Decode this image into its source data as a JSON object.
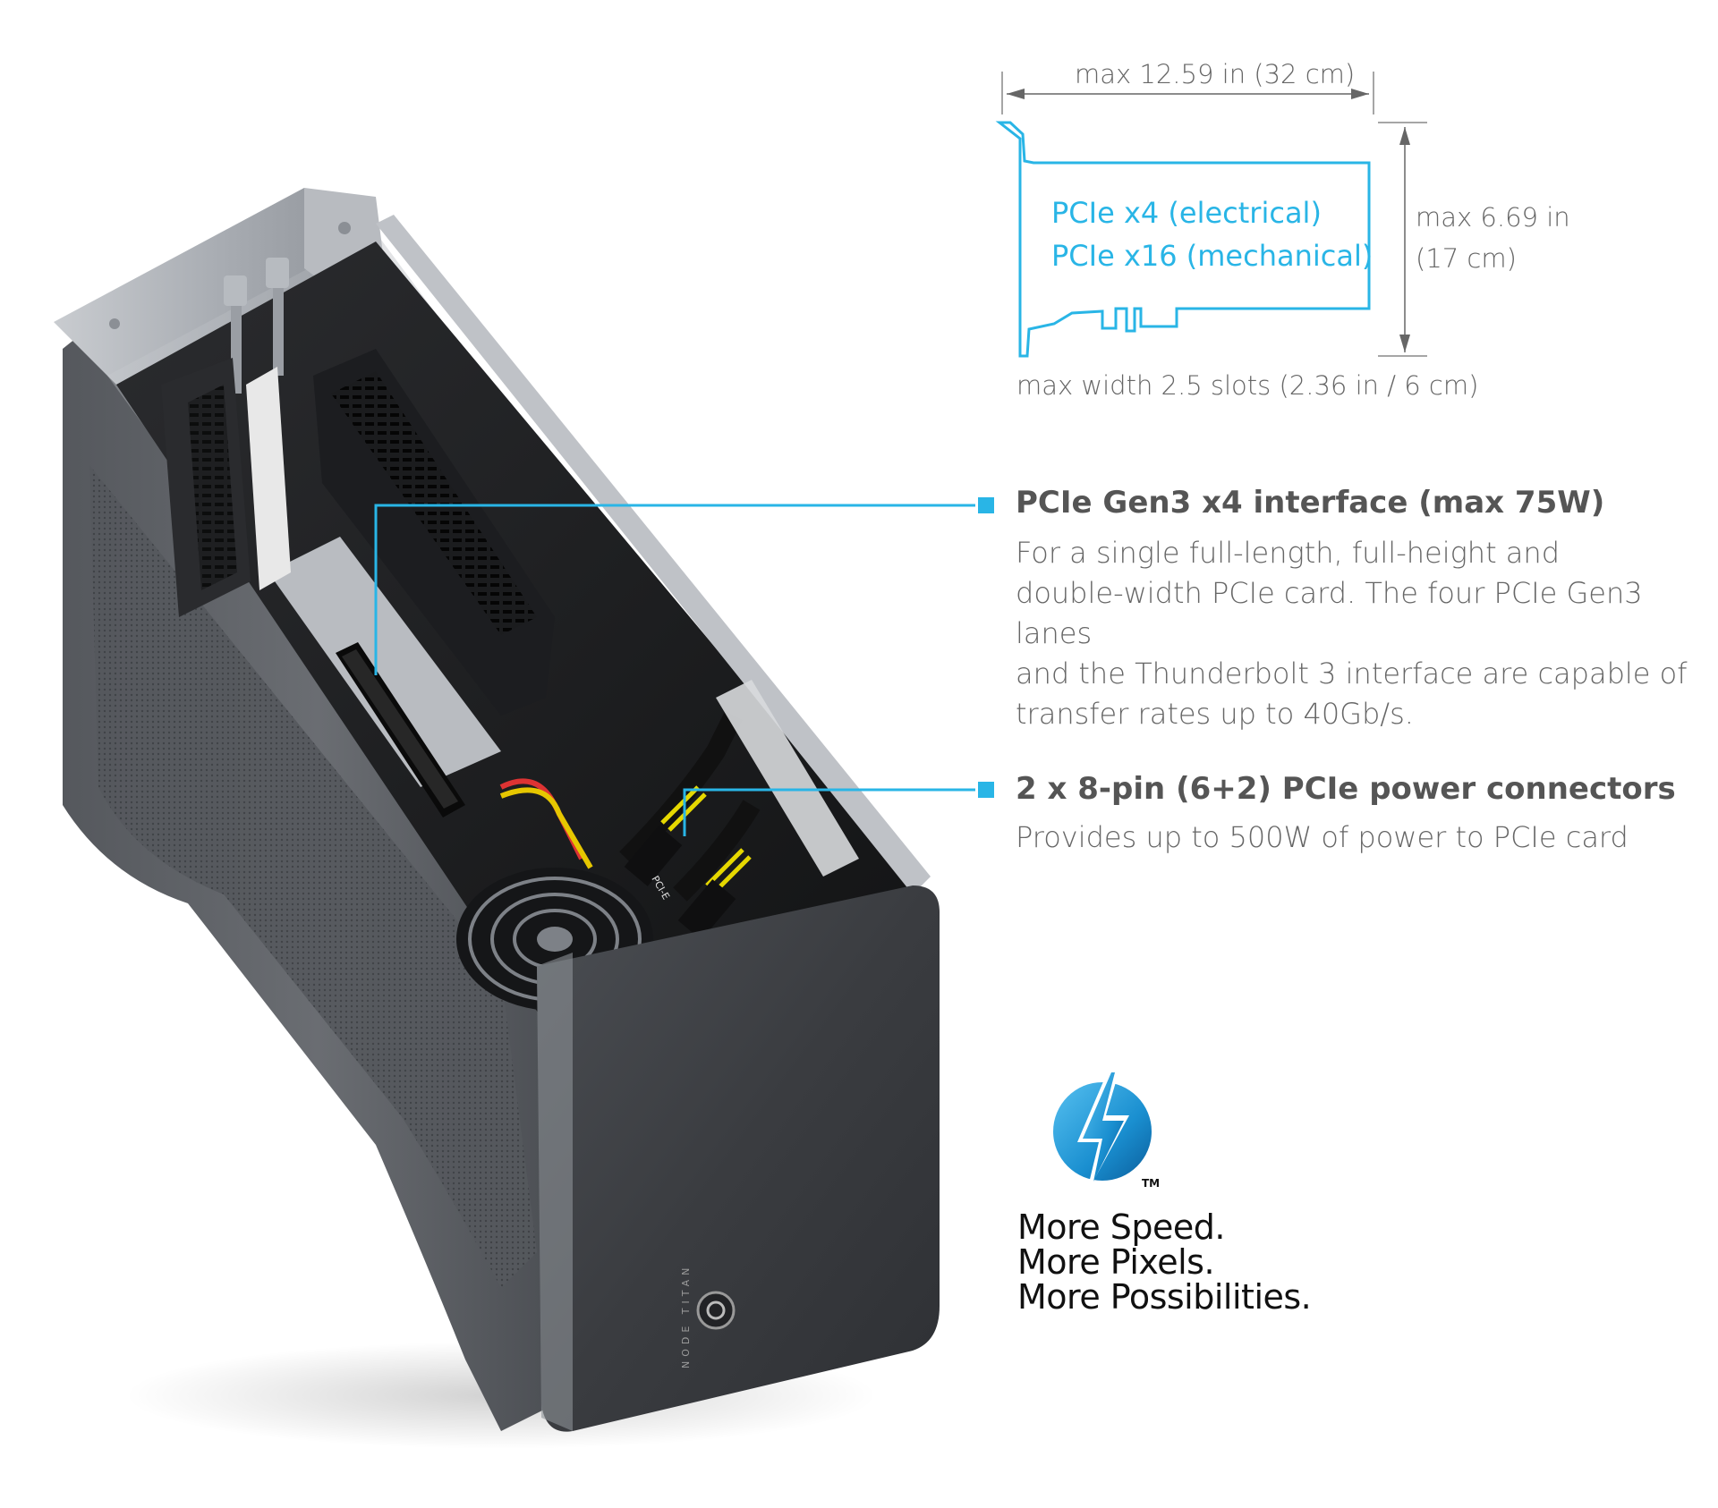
{
  "colors": {
    "accent": "#29b5e6",
    "thunderbolt_blue": "#1a8fd0",
    "enclosure_dark": "#3a3c40",
    "enclosure_silver": "#a9adb3"
  },
  "dimensions": {
    "length_label": "max 12.59 in (32 cm)",
    "height_label_line1": "max 6.69 in",
    "height_label_line2": "(17 cm)",
    "width_label": "max width 2.5 slots (2.36 in / 6 cm)"
  },
  "card": {
    "line1": "PCIe x4 (electrical)",
    "line2": "PCIe x16 (mechanical)"
  },
  "features": [
    {
      "title": "PCIe Gen3 x4 interface (max 75W)",
      "lines": [
        "For a single full-length, full-height and",
        "double-width PCIe card. The four PCIe Gen3 lanes",
        "and the Thunderbolt 3 interface are capable of",
        "transfer rates up to 40Gb/s."
      ]
    },
    {
      "title": "2 x 8-pin (6+2) PCIe power connectors",
      "lines": [
        "Provides up to 500W of power to PCIe card"
      ]
    }
  ],
  "thunderbolt": {
    "logo_icon": "thunderbolt-logo-icon",
    "trademark": "TM",
    "tagline": [
      "More Speed.",
      "More Pixels.",
      "More Possibilities."
    ]
  },
  "enclosure": {
    "brand_text": "NODE TITAN",
    "connector_label": "PCI-E"
  }
}
